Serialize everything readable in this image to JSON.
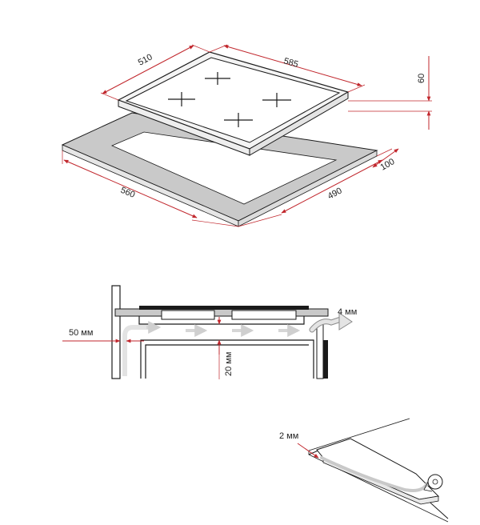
{
  "colors": {
    "dimension_line": "#c1272d",
    "outline": "#1a1a1a",
    "cutout_fill": "#c9c9c9",
    "airflow_arrow": "#d6d6d6",
    "text": "#222222"
  },
  "top_view": {
    "hob_depth": "510",
    "hob_width": "585",
    "hob_height": "60",
    "cutout_width": "560",
    "cutout_depth": "490",
    "rear_clearance": "100"
  },
  "section_view": {
    "side_gap": "50 мм",
    "air_gap": "20 мм",
    "exhaust_gap": "4 мм"
  },
  "detail_view": {
    "seal_thickness": "2 мм"
  },
  "icons": {
    "burner": "plus-cross-icon",
    "airflow": "arrow-right-icon",
    "exhaust": "curved-arrow-icon"
  }
}
